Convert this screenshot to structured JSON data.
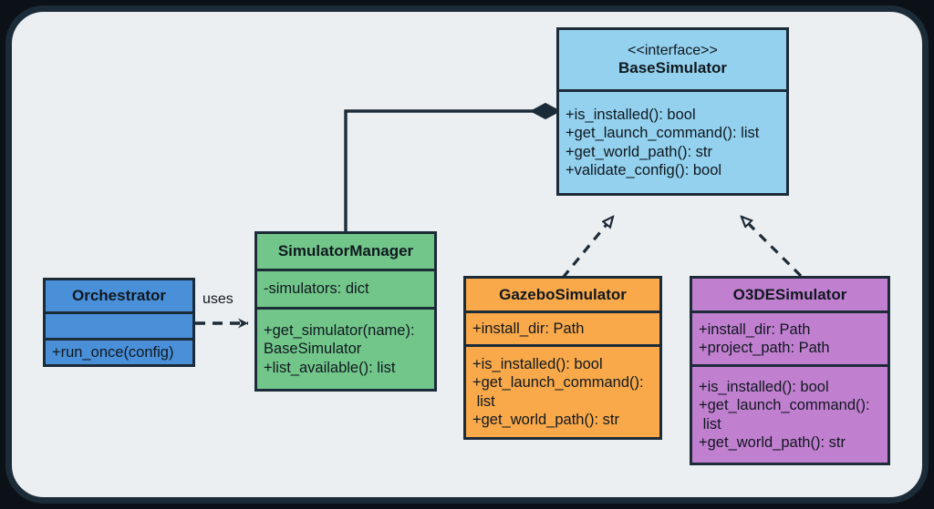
{
  "diagram": {
    "kind": "uml-class-diagram",
    "frame_color": "#1C2B38",
    "canvas_color": "#ECEFF1",
    "classes": [
      {
        "id": "base-simulator",
        "name": "BaseSimulator",
        "stereotype": "<<interface>>",
        "fill": "#93D1EE",
        "attributes": [],
        "methods": [
          "+is_installed(): bool",
          "+get_launch_command(): list",
          "+get_world_path(): str",
          "+validate_config(): bool"
        ]
      },
      {
        "id": "simulator-manager",
        "name": "SimulatorManager",
        "stereotype": "",
        "fill": "#72C68A",
        "attributes": [
          "-simulators: dict"
        ],
        "methods": [
          "+get_simulator(name):\nBaseSimulator",
          "+list_available(): list"
        ]
      },
      {
        "id": "orchestrator",
        "name": "Orchestrator",
        "stereotype": "",
        "fill": "#4A90D9",
        "attributes": [
          ""
        ],
        "methods": [
          "+run_once(config)"
        ]
      },
      {
        "id": "gazebo-simulator",
        "name": "GazeboSimulator",
        "stereotype": "",
        "fill": "#F9A94A",
        "attributes": [
          "+install_dir: Path"
        ],
        "methods": [
          "+is_installed(): bool",
          "+get_launch_command():\n list",
          "+get_world_path(): str"
        ]
      },
      {
        "id": "o3de-simulator",
        "name": "O3DESimulator",
        "stereotype": "",
        "fill": "#C17FD0",
        "attributes": [
          "+install_dir: Path",
          "+project_path: Path"
        ],
        "methods": [
          "+is_installed(): bool",
          "+get_launch_command():\n list",
          "+get_world_path(): str"
        ]
      }
    ],
    "relationships": [
      {
        "id": "manager-composes-base",
        "type": "composition",
        "from": "simulator-manager",
        "to": "base-simulator",
        "label": ""
      },
      {
        "id": "orchestrator-uses-manager",
        "type": "dependency",
        "from": "orchestrator",
        "to": "simulator-manager",
        "label": "uses"
      },
      {
        "id": "gazebo-realizes-base",
        "type": "realization",
        "from": "gazebo-simulator",
        "to": "base-simulator",
        "label": ""
      },
      {
        "id": "o3de-realizes-base",
        "type": "realization",
        "from": "o3de-simulator",
        "to": "base-simulator",
        "label": ""
      }
    ]
  }
}
